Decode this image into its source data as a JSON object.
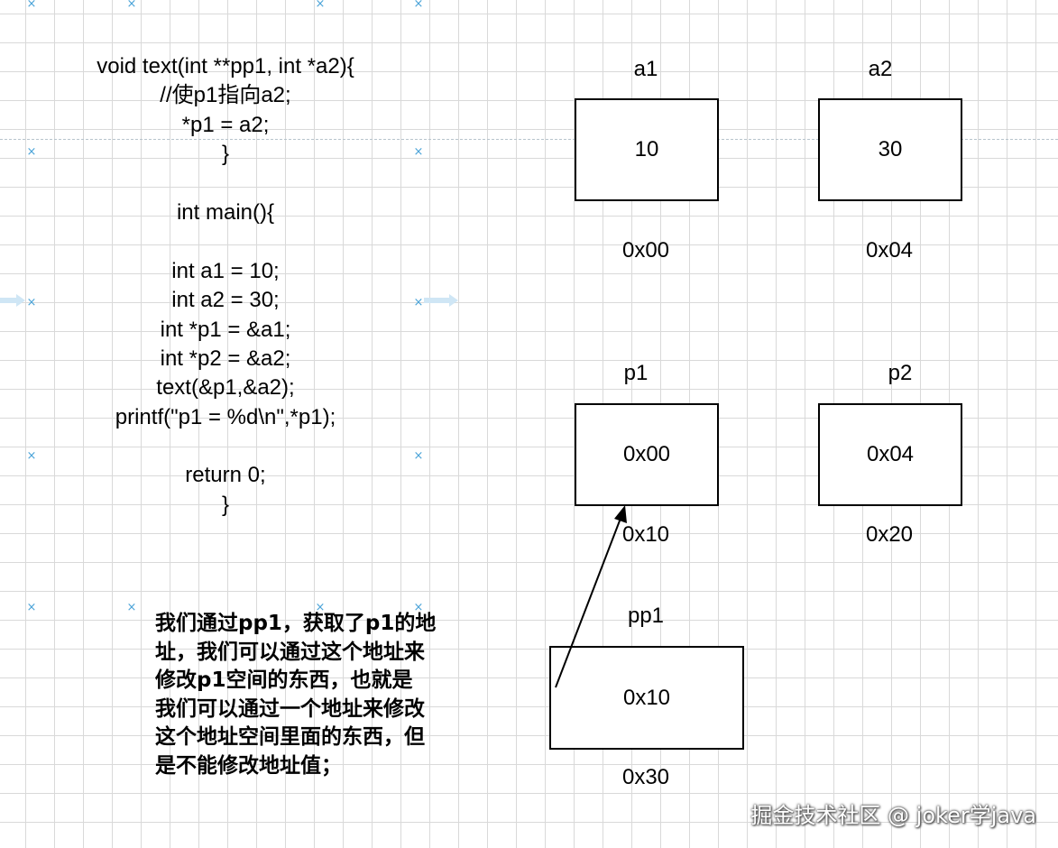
{
  "code_lines": [
    "void text(int **pp1, int *a2){",
    "//使p1指向a2;",
    "*p1 = a2;",
    "}",
    "",
    "int main(){",
    "",
    "int a1 = 10;",
    "int a2 = 30;",
    "int *p1 = &a1;",
    "int *p2 = &a2;",
    "text(&p1,&a2);",
    "printf(\"p1 = %d\\n\",*p1);",
    "",
    "return 0;",
    "}"
  ],
  "cells": {
    "a1": {
      "name": "a1",
      "value": "10",
      "address": "0x00"
    },
    "a2": {
      "name": "a2",
      "value": "30",
      "address": "0x04"
    },
    "p1": {
      "name": "p1",
      "value": "0x00",
      "address": "0x10"
    },
    "p2": {
      "name": "p2",
      "value": "0x04",
      "address": "0x20"
    },
    "pp1": {
      "name": "pp1",
      "value": "0x10",
      "address": "0x30"
    }
  },
  "note_lines": [
    "我们通过pp1，获取了p1的地",
    "址，我们可以通过这个地址来",
    "修改p1空间的东西，也就是",
    "我们可以通过一个地址来修改",
    "这个地址空间里面的东西，但",
    "是不能修改地址值；"
  ],
  "watermark": "掘金技术社区 @ joker学java",
  "colors": {
    "grid": "#d9d9d9",
    "guide": "#4aa3d8",
    "border": "#000000"
  }
}
